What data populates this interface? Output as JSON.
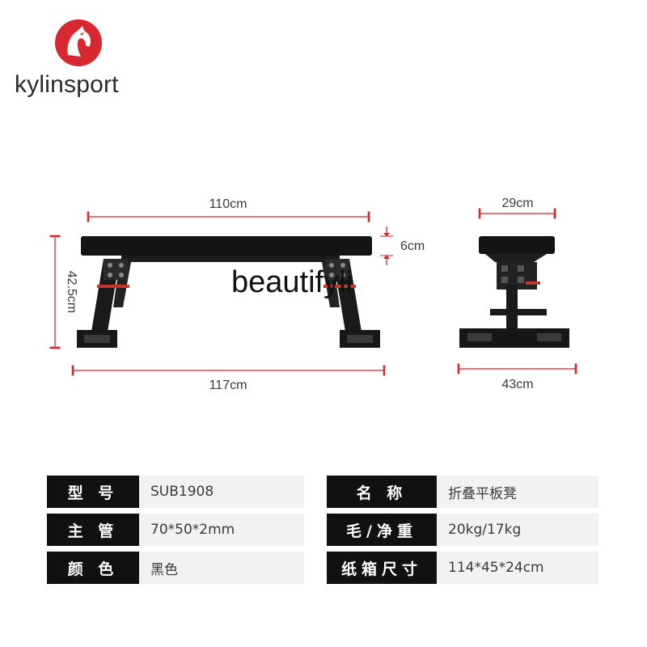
{
  "brand": {
    "name": "kylinsport",
    "mark_color": "#d7282f"
  },
  "watermark": "beautifyli",
  "dimensions": {
    "front": {
      "top_length": "110cm",
      "pad_thickness": "6cm",
      "height": "42.5cm",
      "base_length": "117cm"
    },
    "side": {
      "top_width": "29cm",
      "base_width": "43cm"
    },
    "dimension_line_color": "#d7282f"
  },
  "specs": [
    {
      "label_1": "型 号",
      "value_1": "SUB1908",
      "label_2": "名 称",
      "value_2": "折叠平板凳"
    },
    {
      "label_1": "主 管",
      "value_1": "70*50*2mm",
      "label_2": "毛/净重",
      "value_2": "20kg/17kg"
    },
    {
      "label_1": "颜 色",
      "value_1": "黑色",
      "label_2": "纸箱尺寸",
      "value_2": "114*45*24cm"
    }
  ]
}
